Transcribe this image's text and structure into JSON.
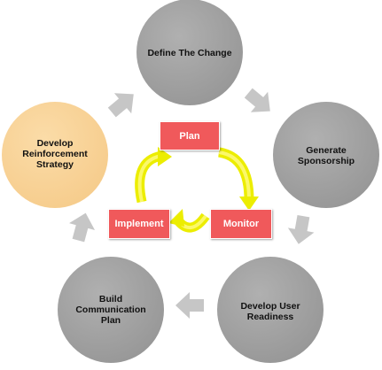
{
  "colors": {
    "circle_gray": "#a3a3a3",
    "circle_highlight": "#f9d49b",
    "arrow_gray": "#c6c6c6",
    "box_red": "#f0595b",
    "cycle_yellow": "#f4f000"
  },
  "cycle_steps": [
    {
      "label": "Define The Change"
    },
    {
      "label": "Generate Sponsorship"
    },
    {
      "label": "Develop User Readiness"
    },
    {
      "label": "Build Communication Plan"
    },
    {
      "label": "Develop Reinforcement Strategy",
      "highlighted": true
    }
  ],
  "center_boxes": {
    "plan": "Plan",
    "monitor": "Monitor",
    "implement": "Implement"
  }
}
